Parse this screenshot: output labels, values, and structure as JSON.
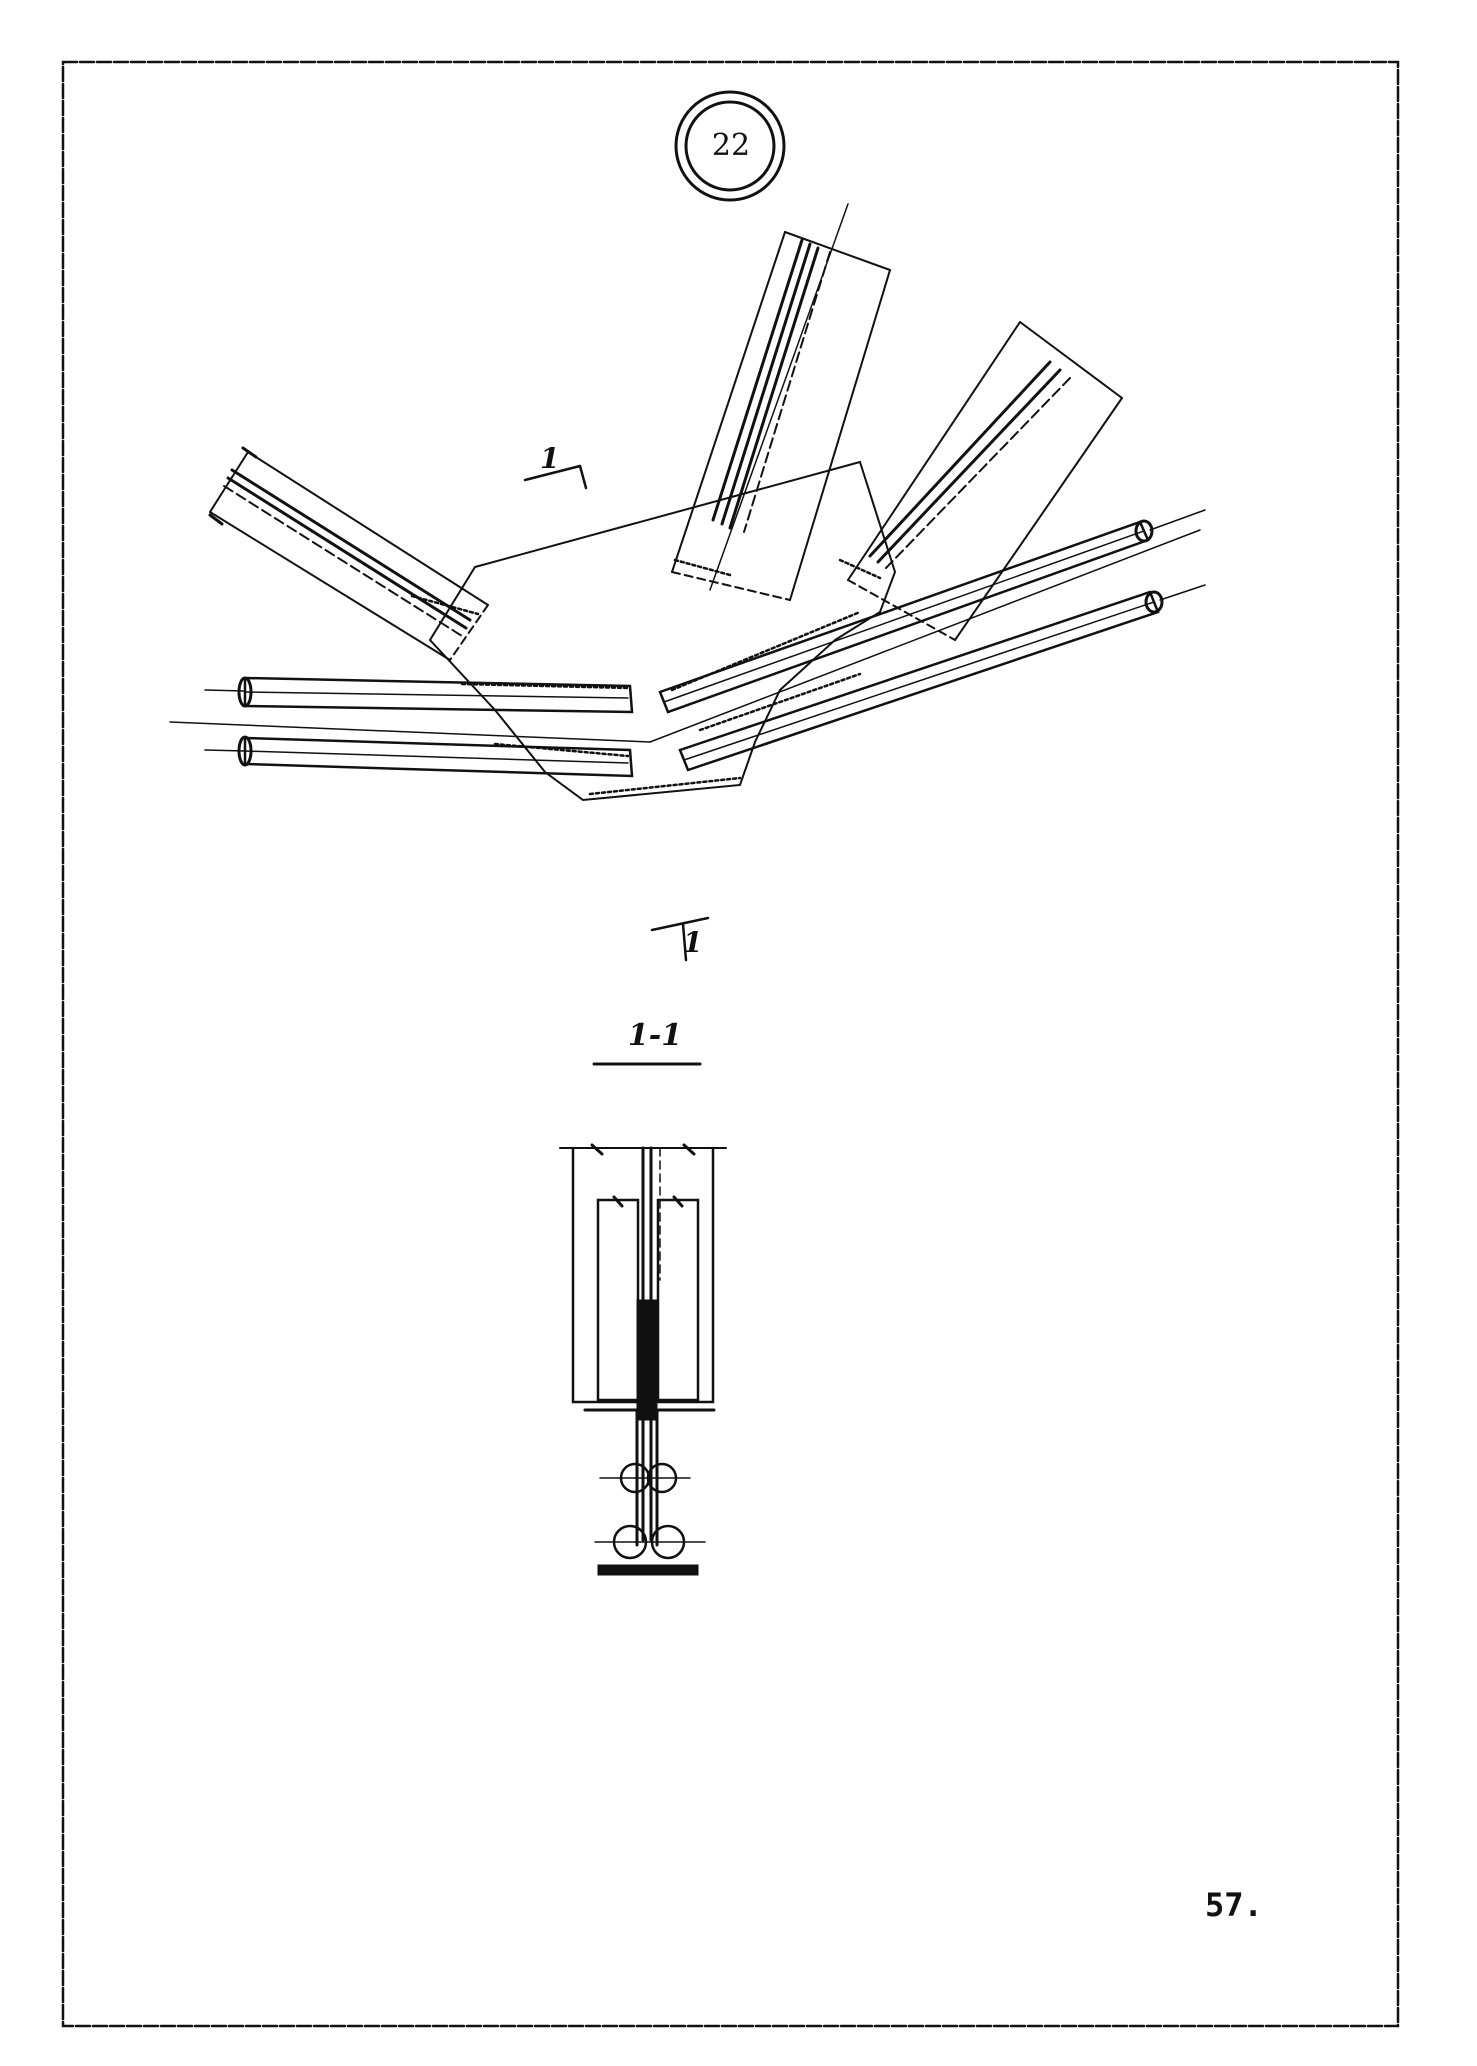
{
  "sheet_number": "22",
  "section_marks": {
    "top": "1",
    "bottom": "1"
  },
  "section_title": "1-1",
  "page_number": "57.",
  "ink_color": "#111111"
}
